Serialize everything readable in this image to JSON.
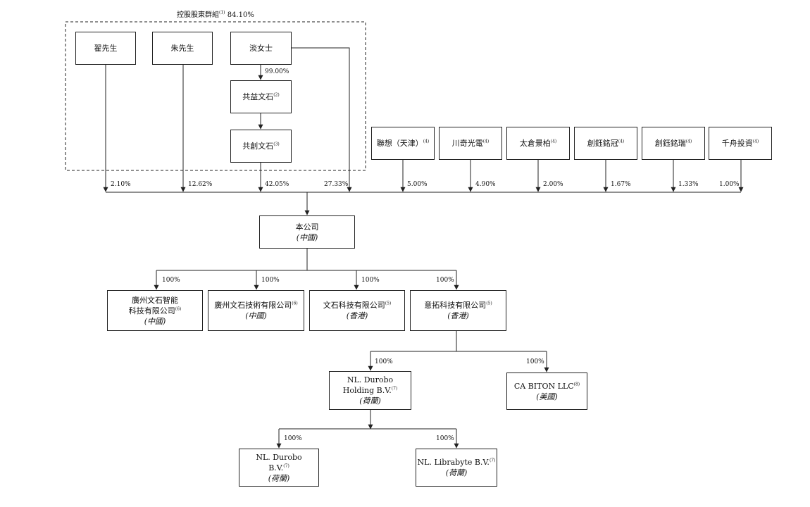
{
  "group": {
    "title": "控股股東群組",
    "note": "(1)",
    "pct": "84.10%"
  },
  "holders": {
    "qu": {
      "name": "翟先生",
      "note": "",
      "pct": "2.10%"
    },
    "zhu": {
      "name": "朱先生",
      "note": "",
      "pct": "12.62%"
    },
    "tan": {
      "name": "淡女士",
      "note": "",
      "pct": "27.33%",
      "to_gongyi_pct": "99.00%"
    },
    "gongyi": {
      "name": "共益文石",
      "note": "(2)"
    },
    "gongchuang": {
      "name": "共創文石",
      "note": "(3)",
      "pct": "42.05%"
    },
    "lenovo": {
      "name": "聯想（天津）",
      "note": "(4)",
      "pct": "5.00%"
    },
    "chuanqi": {
      "name": "川奇光電",
      "note": "(4)",
      "pct": "4.90%"
    },
    "taicang": {
      "name": "太倉景柏",
      "note": "(4)",
      "pct": "2.00%"
    },
    "cg1": {
      "name": "創鈺銘冠",
      "note": "(4)",
      "pct": "1.67%"
    },
    "cg2": {
      "name": "創鈺銘瑞",
      "note": "(4)",
      "pct": "1.33%"
    },
    "qianzhou": {
      "name": "千舟投資",
      "note": "(4)",
      "pct": "1.00%"
    }
  },
  "company": {
    "name": "本公司",
    "loc": "(中國)"
  },
  "subsidiaries": {
    "gz_smart": {
      "line1": "廣州文石智能",
      "line2": "科技有限公司",
      "note": "(6)",
      "loc": "(中國)",
      "pct": "100%"
    },
    "gz_tech": {
      "line1": "廣州文石技術有限公司",
      "note": "(6)",
      "loc": "(中國)",
      "pct": "100%"
    },
    "wenshi_hk": {
      "line1": "文石科技有限公司",
      "note": "(5)",
      "loc": "(香港)",
      "pct": "100%"
    },
    "yituo": {
      "line1": "意拓科技有限公司",
      "note": "(5)",
      "loc": "(香港)",
      "pct": "100%"
    },
    "nl_holding": {
      "line1": "NL. Durobo",
      "line2": "Holding B.V.",
      "note": "(7)",
      "loc": "(荷蘭)",
      "pct": "100%"
    },
    "ca_biton": {
      "line1": "CA BITON LLC",
      "note": "(8)",
      "loc": "(美國)",
      "pct": "100%"
    },
    "nl_bv": {
      "line1": "NL. Durobo",
      "line2": "B.V.",
      "note": "(7)",
      "loc": "(荷蘭)",
      "pct": "100%"
    },
    "nl_librabyte": {
      "line1": "NL. Librabyte B.V.",
      "note": "(7)",
      "loc": "(荷蘭)",
      "pct": "100%"
    }
  }
}
